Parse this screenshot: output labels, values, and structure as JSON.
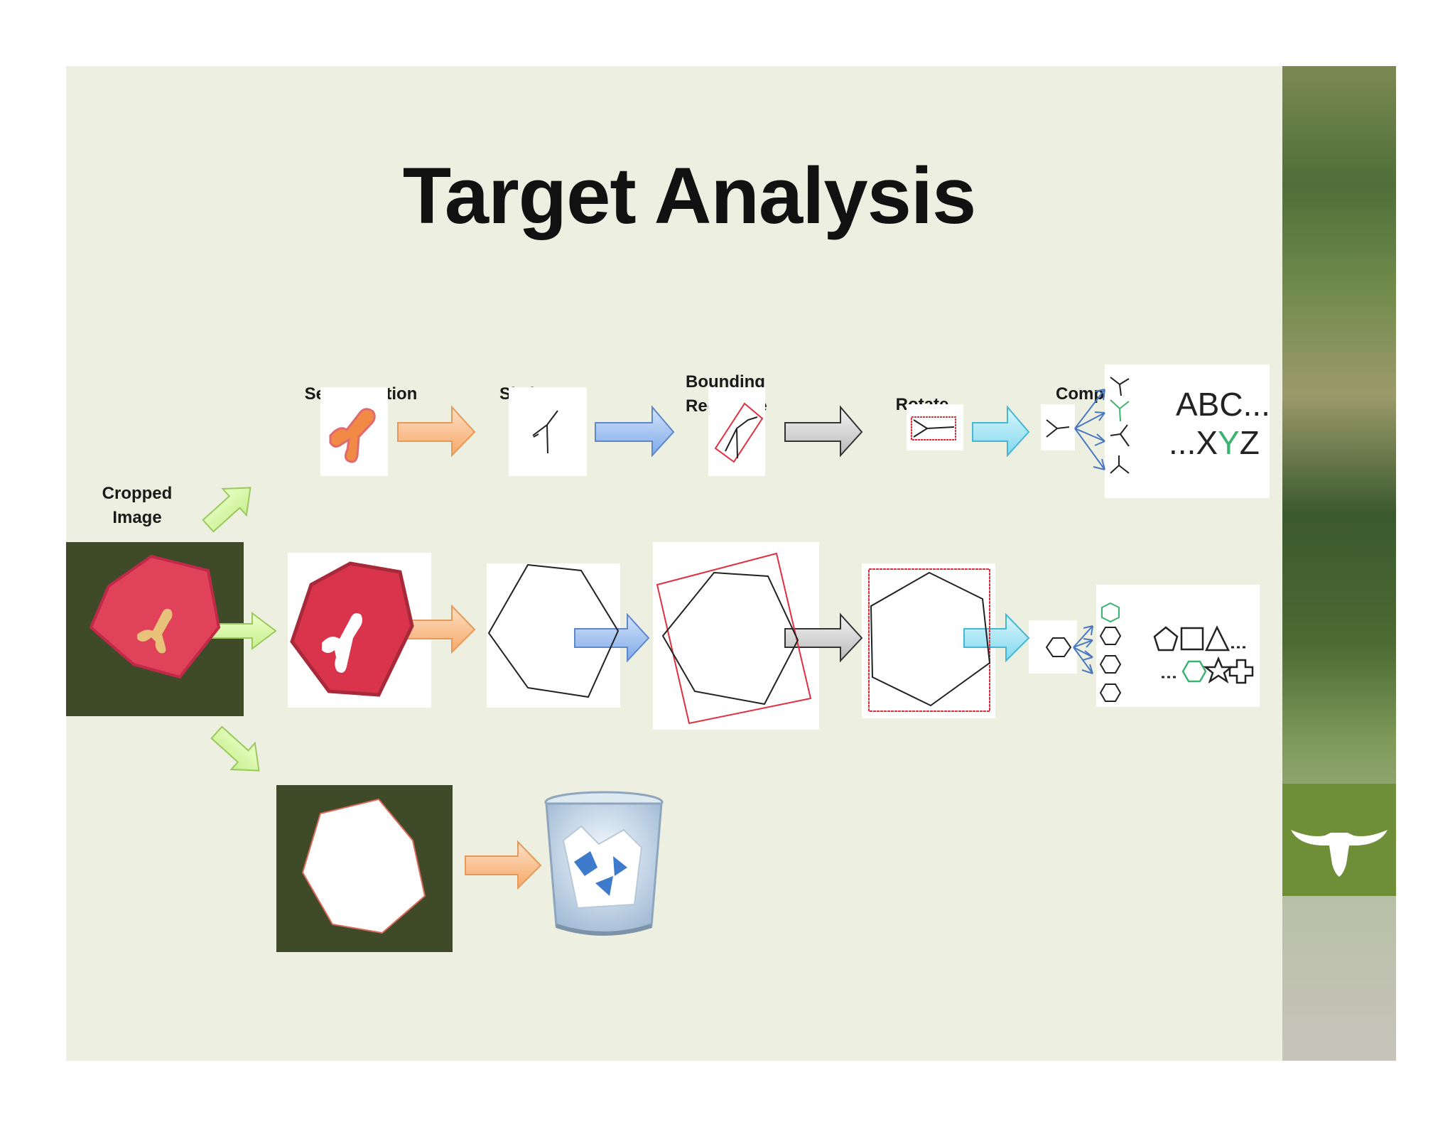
{
  "title": "Target Analysis",
  "labels": {
    "cropped": "Cropped\nImage",
    "segmentation": "Segmentation",
    "skeleton": "Skeleton",
    "bounding": "Bounding\nRectangle",
    "rotate": "Rotate",
    "compare": "Compare"
  },
  "compare_text": {
    "letters_top": "ABC...",
    "letters_bottom": "...XYZ",
    "shapes_bottom_prefix": "..."
  },
  "colors": {
    "slide_bg": "#edefe1",
    "arrow_green": "#d4f5a0",
    "arrow_orange": "#f9c08e",
    "arrow_blue": "#9cc0f0",
    "arrow_gray": "#cfcfcf",
    "arrow_cyan": "#9fe3f2",
    "target_red": "#e0425a",
    "box_red": "#e03040",
    "letter_green": "#3cb371",
    "branch_blue": "#4a78c0"
  },
  "icons": [
    "longhorn-logo-icon",
    "recycle-bin-icon"
  ]
}
